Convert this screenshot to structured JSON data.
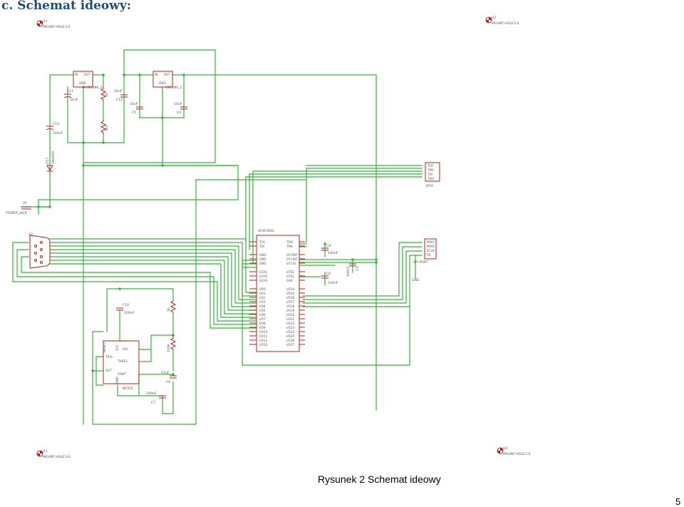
{
  "heading": "c. Schemat ideowy:",
  "caption": "Rysunek 2 Schemat ideowy",
  "page_number": "5",
  "colors": {
    "wire": "#37b33a",
    "part": "#b22222",
    "label": "#555555",
    "heading": "#1f4e79"
  },
  "labels": {
    "hole1_name": "H1",
    "hole1_val": "MOUNT-HOLE3.0",
    "hole2_name": "H2",
    "hole2_val": "MOUNT-HOLE3.0",
    "hole3_name": "H3",
    "hole3_val": "MOUNT-HOLE3.0",
    "hole4_name": "H4",
    "hole4_val": "MOUNT-HOLE3.0",
    "reg1_name": "LM1086_2",
    "reg1_in": "IN",
    "reg1_out": "OUT",
    "reg1_gnd": "GND",
    "reg2_name": "LM1086_1",
    "reg2_in": "IN",
    "reg2_out": "OUT",
    "reg2_gnd": "GND",
    "c11_name": "C11",
    "c11_val": "22uF",
    "c13_name": "C13",
    "c13_val": "100uF",
    "c12_name": "C12",
    "c12_val": "10uF",
    "c5_name": "C5",
    "c5_val": "10uF",
    "c4_name": "C4",
    "c4_val": "10uF",
    "r5_val": "1k",
    "r6_val": "3k3",
    "diode_name": "D17",
    "diode_val": "1N4004",
    "jack_name": "POWER_JACK",
    "jack_pin": "VC",
    "db9_name": "X2",
    "jtag_pins": [
      "TCK",
      "TMS",
      "TDI",
      "TDO"
    ],
    "jtag_name": "JP10",
    "spi_pins": [
      "MISO",
      "MOSI",
      "SCLK",
      "SS"
    ],
    "spi_name": "SPI PORT",
    "spi_gnd": "GND",
    "cpld_name": "XC9536XL",
    "cpld_left_pins": [
      "TCK",
      "TDI",
      "",
      "GND",
      "GND",
      "GND",
      "",
      "GCK1",
      "GCK2",
      "GCK3",
      "",
      "I/O0",
      "I/O1",
      "I/O2",
      "I/O3",
      "I/O4",
      "I/O5",
      "I/O6",
      "I/O7",
      "I/O8",
      "I/O9",
      "I/O10",
      "I/O11",
      "I/O12",
      "I/O13"
    ],
    "cpld_right_pins": [
      "TDO",
      "TMS",
      "",
      "VCCINT",
      "VCCINT",
      "VCCIO",
      "",
      "GTS1",
      "GTS2",
      "GSR",
      "",
      "I/O14",
      "I/O15",
      "I/O16",
      "I/O17",
      "I/O18",
      "I/O19",
      "I/O20",
      "I/O21",
      "I/O22",
      "I/O23",
      "I/O24",
      "I/O25",
      "I/O26",
      "I/O27"
    ],
    "c8_name": "C8",
    "c8_val": "100nF",
    "c6_name": "C6",
    "c6_val": "100nF",
    "c3_val": "100nF",
    "c3_name": "C3",
    "ic_name": "NE555",
    "ic_pins": [
      "RESET",
      "DIS",
      "TRIG",
      "THRES",
      "OUT",
      "CONT"
    ],
    "ic_vcc": "VCC",
    "ic_gnd": "GND",
    "c10_name": "C10",
    "c10_val": "100nF",
    "r_a_val": "1k",
    "r_b_val": "100k",
    "c9_name": "C9",
    "c9_val": "47nF",
    "c7_name": "C7",
    "c7_val": "100nF"
  }
}
